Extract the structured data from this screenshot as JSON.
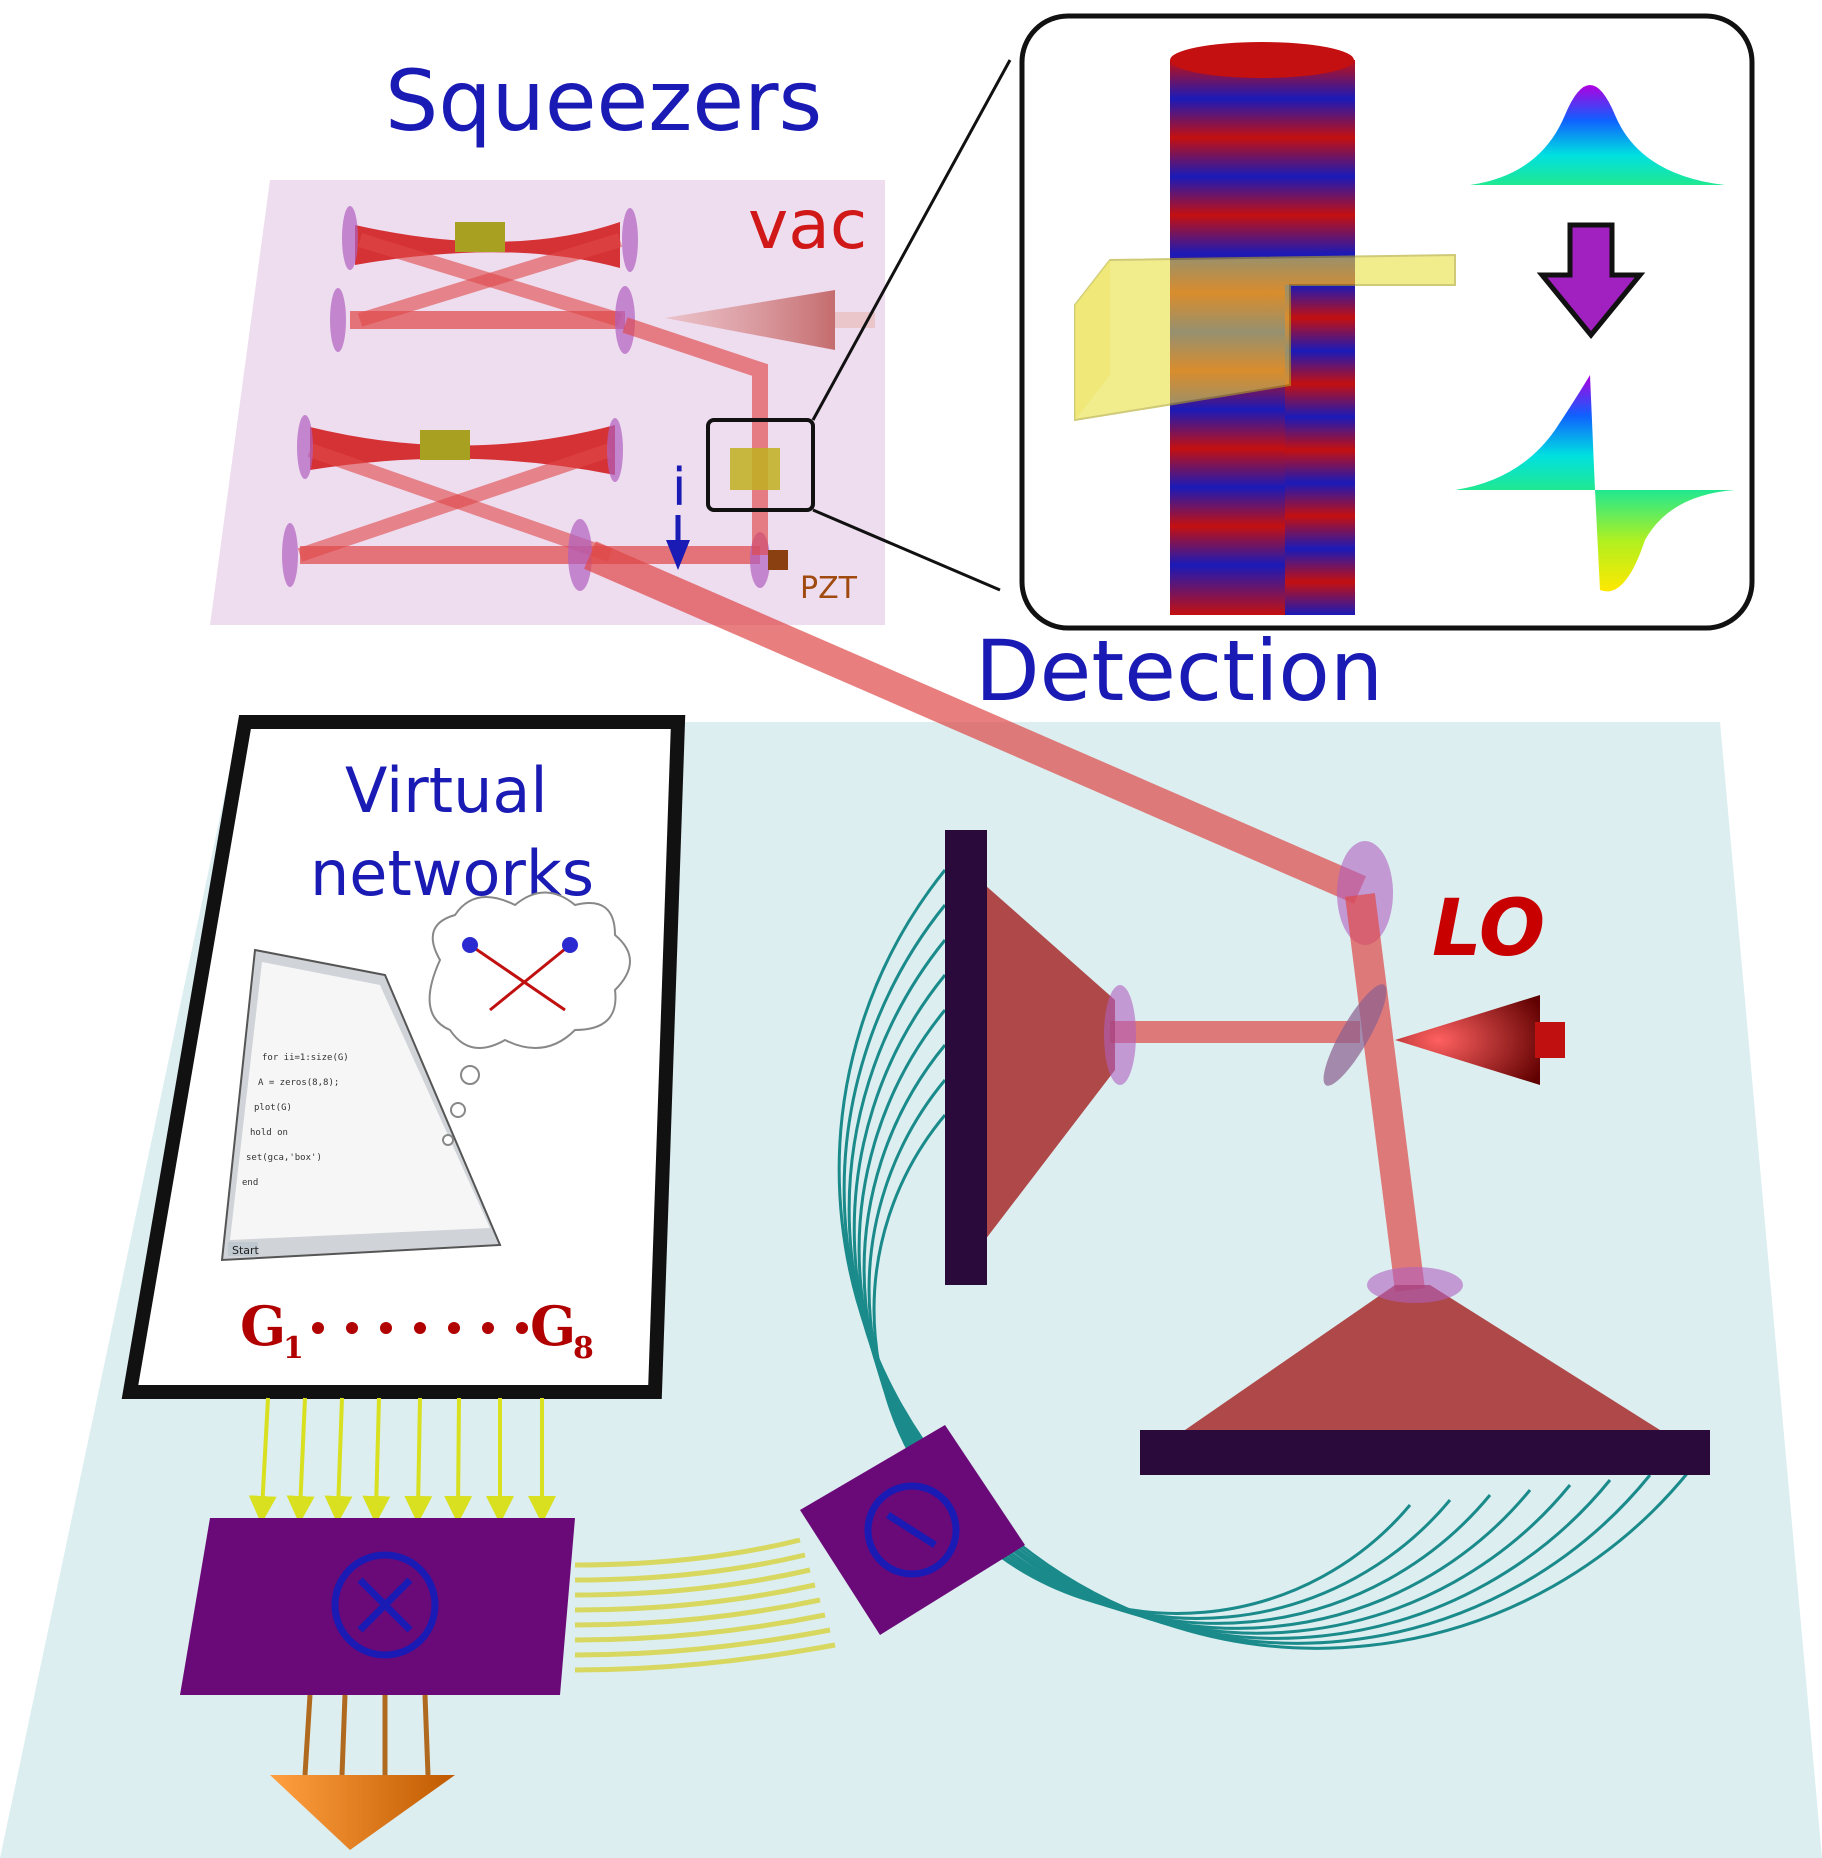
{
  "labels": {
    "squeezers": "Squeezers",
    "vac": "vac",
    "pzt": "PZT",
    "detection": "Detection",
    "virtual_line1": "Virtual",
    "virtual_line2": "networks",
    "lo": "LO",
    "phase_i": "i",
    "g_first": "G",
    "g_first_sub": "1",
    "g_last": "G",
    "g_last_sub": "8",
    "start": "Start"
  },
  "colors": {
    "squeezer_plate": "#eedcef",
    "floor": "#dceef0",
    "beam": "#e04848",
    "chip": "#6a0a78",
    "fiber": "#1a8a8a",
    "detector_bar": "#2a0a3a",
    "title_blue": "#1a1ab4"
  },
  "icons": {
    "multiply_chip": "circled-times-icon",
    "subtract_chip": "circled-minus-icon",
    "output": "cone-output-icon"
  }
}
